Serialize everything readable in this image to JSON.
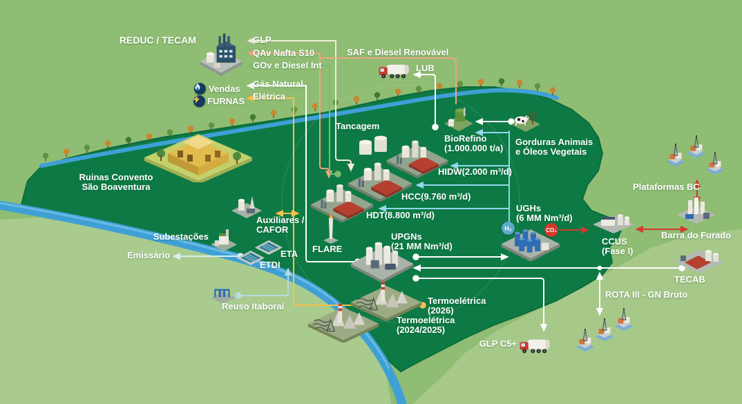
{
  "title": "Complexo GASLUB - fluxos",
  "colors": {
    "background": "#8fbd73",
    "site_green": "#0d7a45",
    "pale_land": "#a9cb8e",
    "river": "#3fa0d6",
    "line_glp": "#f3ecd9",
    "line_qav_saf": "#efa47e",
    "line_gov": "#7cbd6b",
    "line_gas": "#ffffff",
    "line_eletrica": "#f5c24b",
    "line_h2": "#92d7ec",
    "line_co2": "#d6392c",
    "line_water": "#dcedec"
  },
  "flows": {
    "glp": "GLP",
    "qav": "QAv Nafta S10",
    "gov": "GOv e Diesel Int",
    "saf": "SAF e Diesel Renovável",
    "lub": "LUB",
    "gas_natural": "Gás Natural",
    "eletrica": "Elétrica",
    "emissario": "Emissário",
    "rota": "ROTA III - GN Bruto",
    "glp_c5": "GLP C5+"
  },
  "partners": {
    "vendas": "Vendas",
    "furnas": "FURNAS"
  },
  "badges": {
    "h2": "H₂",
    "co2": "CO₂"
  },
  "nodes": {
    "reduc": {
      "label": "REDUC / TECAM"
    },
    "tancagem": {
      "label": "Tancagem"
    },
    "biorefino": {
      "label": "BioRefino",
      "capacity": "(1.000.000 t/a)"
    },
    "gorduras": {
      "line1": "Gorduras Animais",
      "line2": "e Óleos Vegetais"
    },
    "hidw": {
      "label": "HIDW(2.000 m³/d)"
    },
    "hcc": {
      "label": "HCC(9.760 m³/d)"
    },
    "hdt": {
      "label": "HDT(8.800 m³/d)"
    },
    "ruinas": {
      "line1": "Ruinas Convento",
      "line2": "São Boaventura"
    },
    "auxiliares": {
      "line1": "Auxiliares /",
      "line2": "CAFOR"
    },
    "subestacoes": {
      "label": "Subestações"
    },
    "eta": {
      "label": "ETA"
    },
    "etdi": {
      "label": "ETDI"
    },
    "flare": {
      "label": "FLARE"
    },
    "upgns": {
      "label": "UPGNs",
      "capacity": "(21 MM Nm³/d)"
    },
    "ughs": {
      "label": "UGHs",
      "capacity": "(6 MM Nm³/d)"
    },
    "ccus": {
      "label": "CCUS",
      "phase": "(Fase I)"
    },
    "plataformas_bc": {
      "label": "Plataformas BC"
    },
    "barra_furado": {
      "label": "Barra do Furado"
    },
    "tecab": {
      "label": "TECAB"
    },
    "termo_2026": {
      "label": "Termoelétrica",
      "year": "(2026)"
    },
    "termo_2024": {
      "label": "Termoelétrica",
      "year": "(2024/2025)"
    },
    "reuso": {
      "label": "Reuso Itaboraí"
    }
  }
}
